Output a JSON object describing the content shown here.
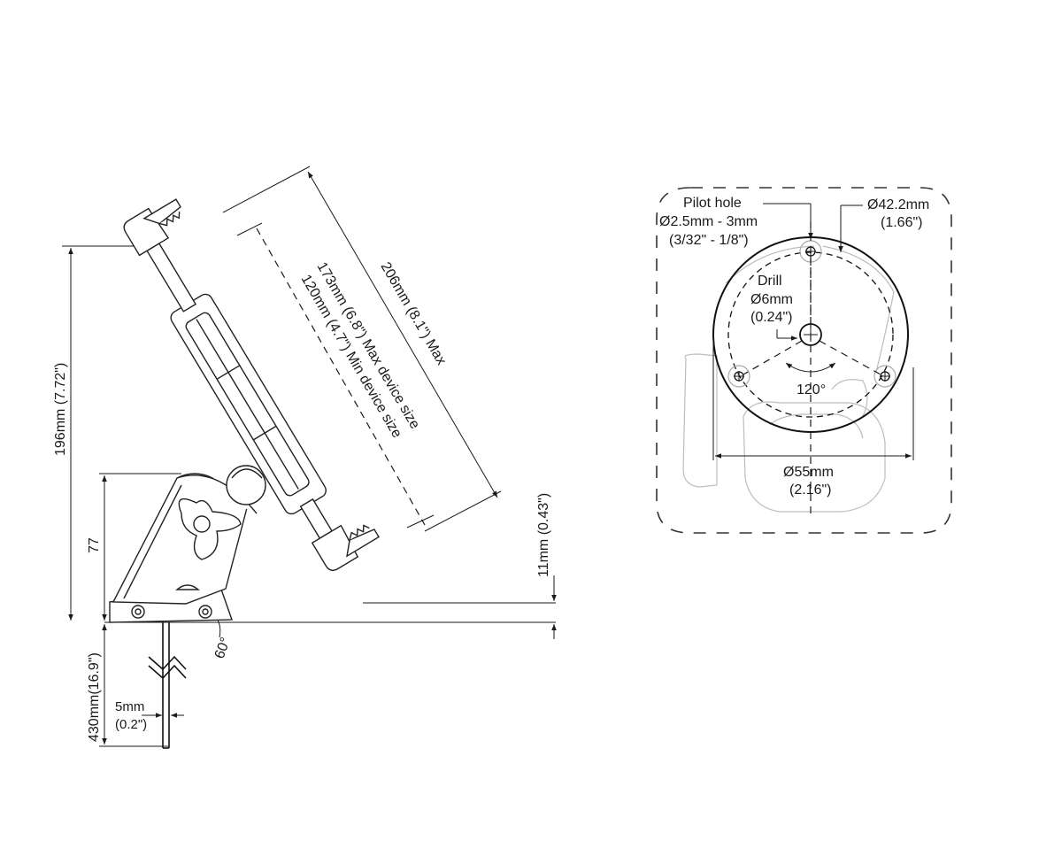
{
  "side_view": {
    "overall_height": "196mm (7.72\")",
    "device_max_span": "206mm (8.1\")  Max",
    "max_device_size": "173mm (6.8\")  Max device size",
    "min_device_size": "120mm (4.7\")  Min device size",
    "base_height": "77",
    "offset_height": "11mm (0.43\")",
    "tilt_angle": "60°",
    "bolt_length": "430mm(16.9\")",
    "bolt_diameter_mm": "5mm",
    "bolt_diameter_in": "(0.2\")"
  },
  "top_view": {
    "pilot_hole_title": "Pilot hole",
    "pilot_hole_mm": "Ø2.5mm - 3mm",
    "pilot_hole_in": "(3/32\" - 1/8\")",
    "pcd_mm": "Ø42.2mm",
    "pcd_in": "(1.66\")",
    "drill_title": "Drill",
    "drill_mm": "Ø6mm",
    "drill_in": "(0.24\")",
    "hole_angle": "120°",
    "base_dia_mm": "Ø55mm",
    "base_dia_in": "(2.16\")"
  }
}
